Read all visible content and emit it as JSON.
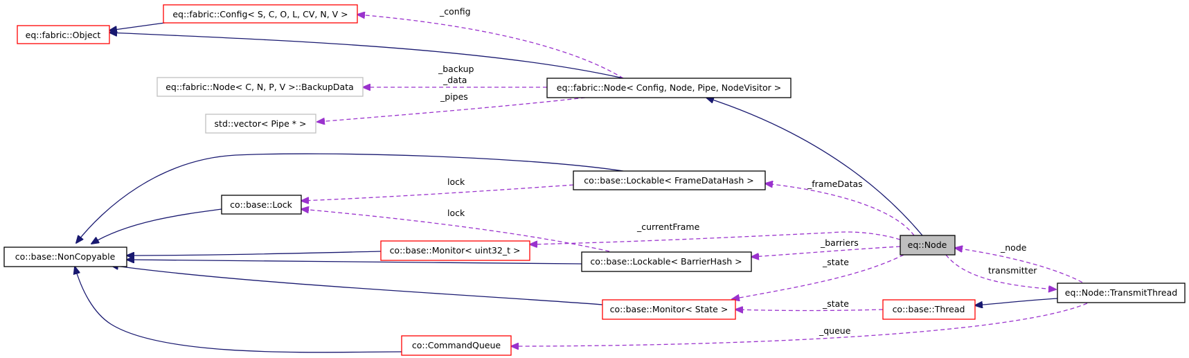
{
  "nodes": {
    "config": "eq::fabric::Config< S, C, O, L, CV, N, V >",
    "object": "eq::fabric::Object",
    "backup": "eq::fabric::Node< C, N, P, V >::BackupData",
    "fabric_node": "eq::fabric::Node< Config, Node, Pipe, NodeVisitor >",
    "vector": "std::vector< Pipe * >",
    "lockable_frame": "co::base::Lockable< FrameDataHash >",
    "lock": "co::base::Lock",
    "noncopyable": "co::base::NonCopyable",
    "monitor_uint": "co::base::Monitor< uint32_t >",
    "lockable_barrier": "co::base::Lockable< BarrierHash >",
    "eq_node": "eq::Node",
    "monitor_state": "co::base::Monitor< State >",
    "thread": "co::base::Thread",
    "transmit": "eq::Node::TransmitThread",
    "queue": "co::CommandQueue"
  },
  "edge_labels": {
    "config": "_config",
    "backup_1": "_backup",
    "backup_2": "_data",
    "pipes": "_pipes",
    "lock_frame": "lock",
    "lock_barrier": "lock",
    "frame_datas": "_frameDatas",
    "current_frame": "_currentFrame",
    "barriers": "_barriers",
    "state_node": "_state",
    "state_thread": "_state",
    "node": "_node",
    "transmitter": "transmitter",
    "queue": "_queue"
  },
  "colors": {
    "inherit_edge": "#191970",
    "use_edge": "#9a32cd",
    "red_border": "#ff0000",
    "gray_border": "#bfbfbf",
    "focus_fill": "#bfbfbf"
  }
}
